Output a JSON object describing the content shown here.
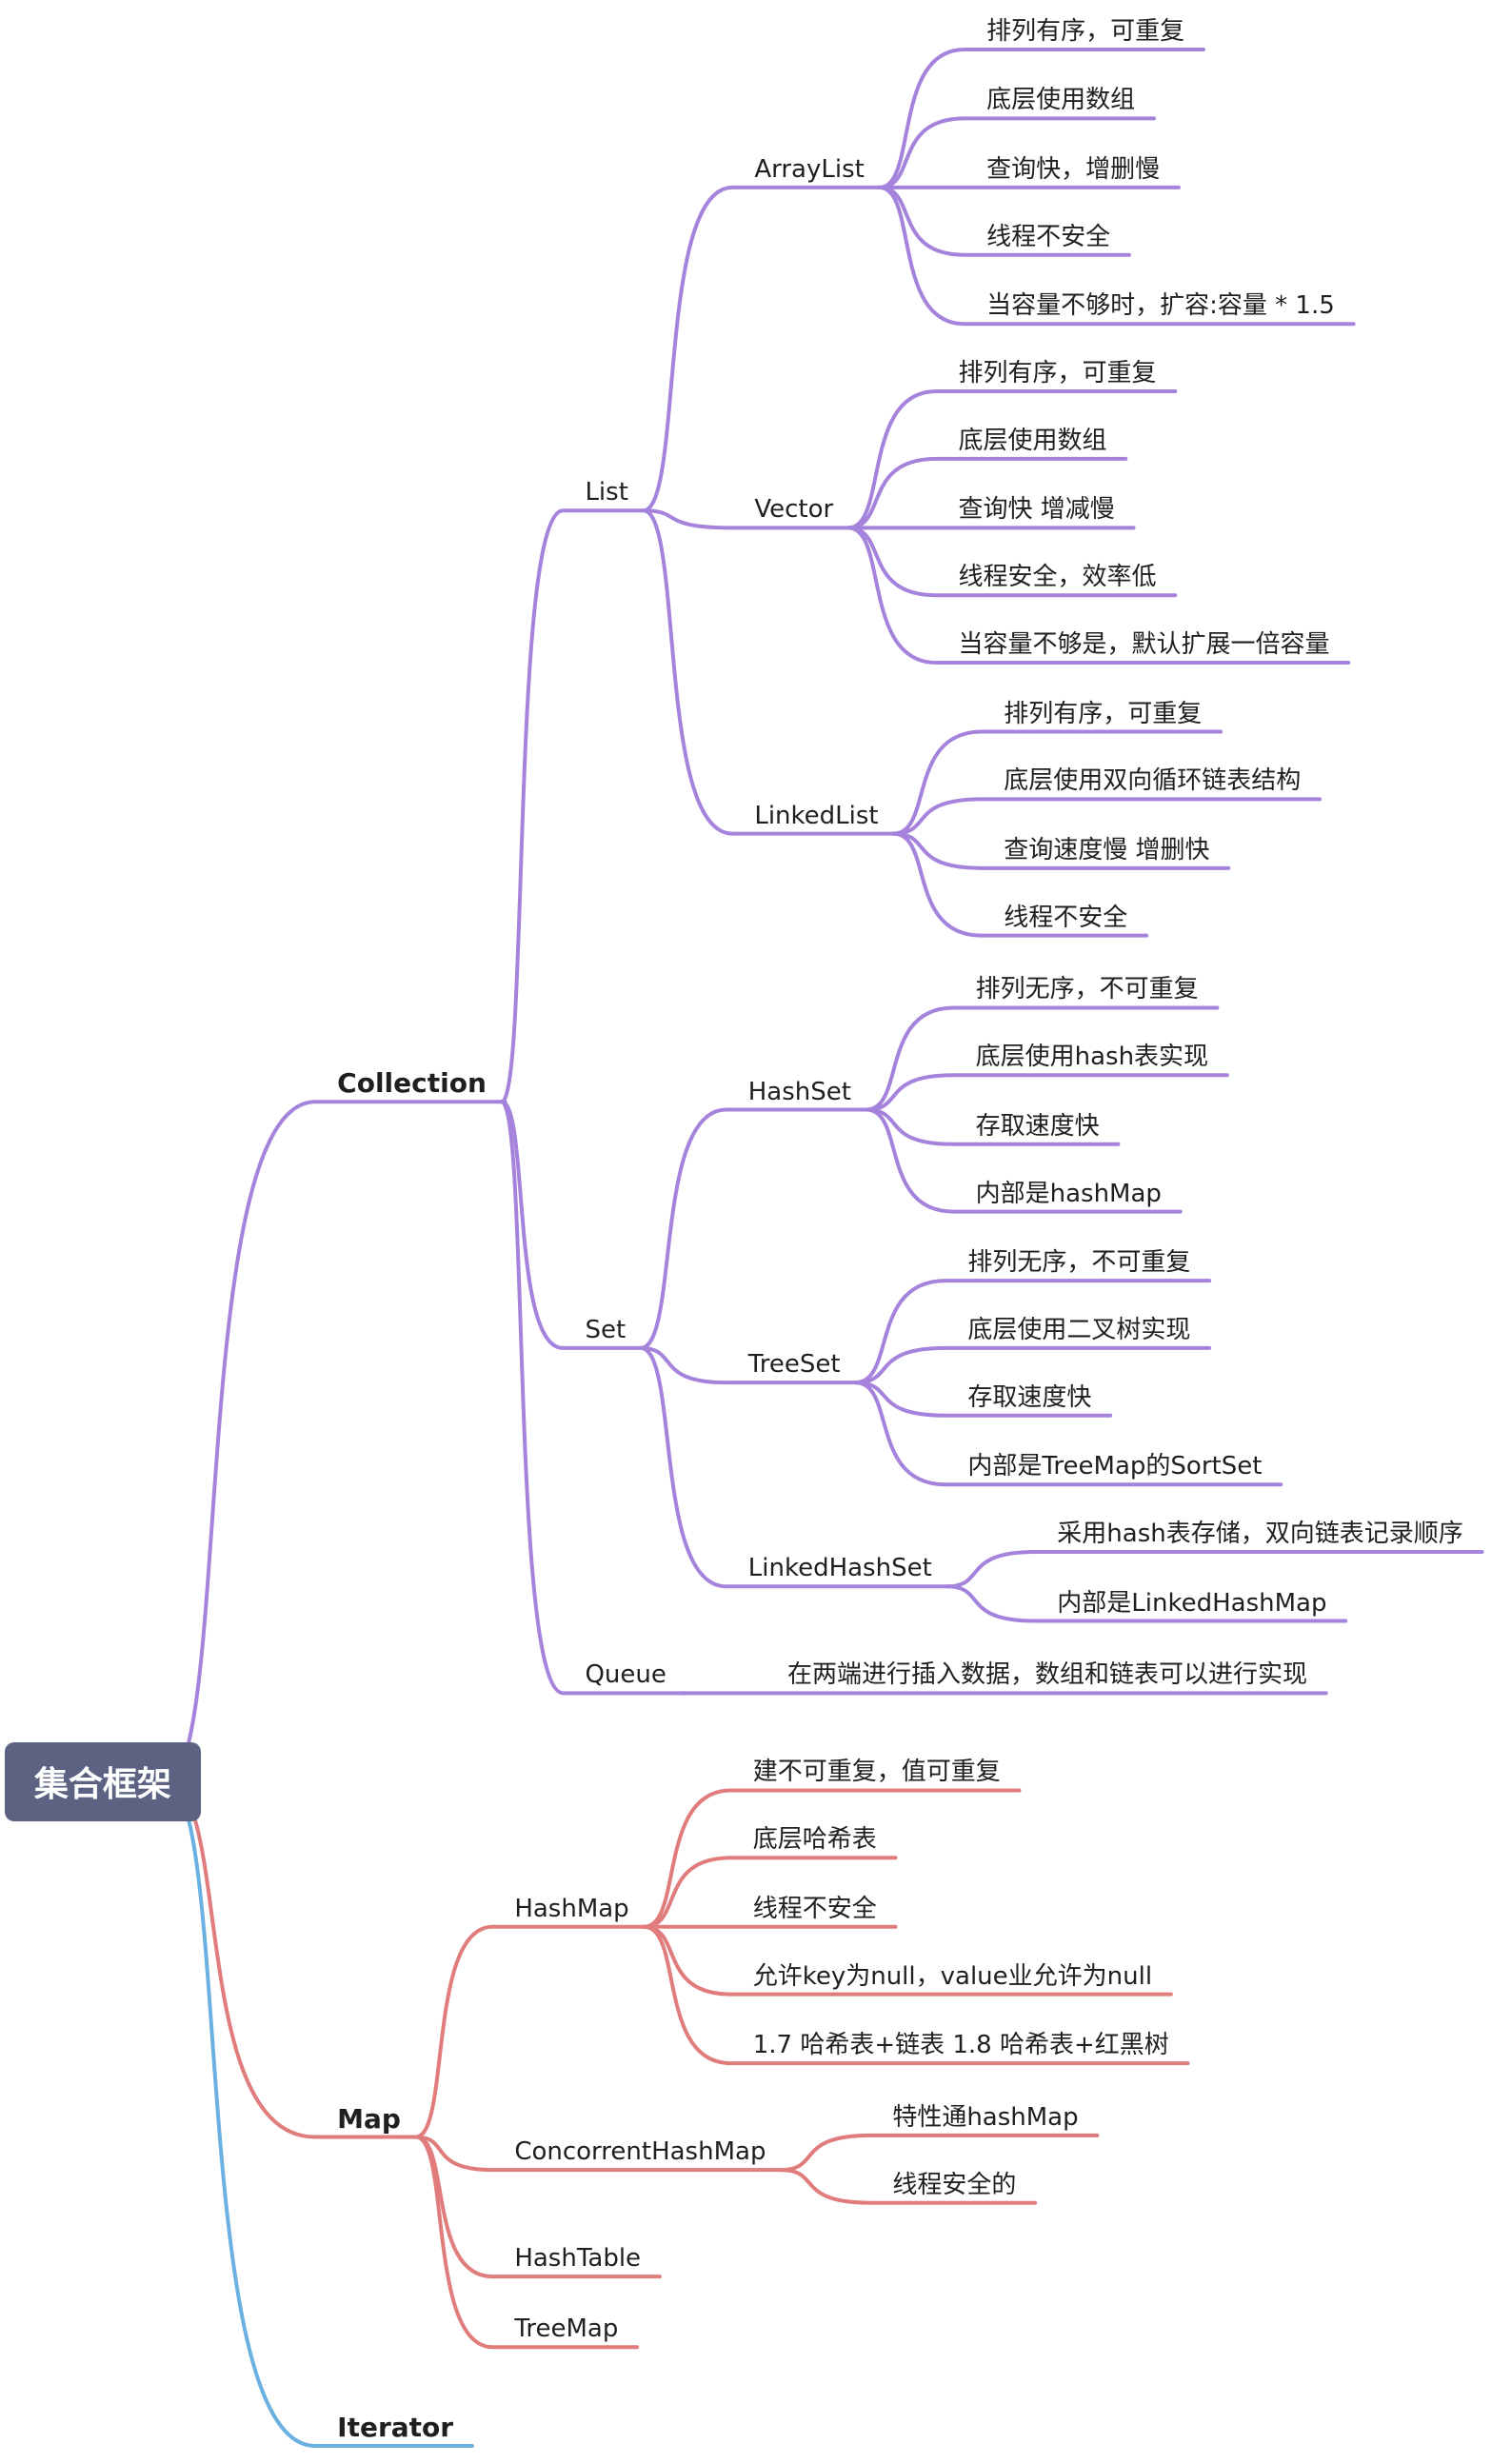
{
  "root": {
    "label": "集合框架",
    "color": "#5b6282"
  },
  "colors": {
    "collection": "#a583dc",
    "map": "#e07c7c",
    "iterator": "#6ab0e0"
  },
  "tree": [
    {
      "label": "Collection",
      "color": "collection",
      "children": [
        {
          "label": "List",
          "children": [
            {
              "label": "ArrayList",
              "children": [
                {
                  "label": "排列有序，可重复"
                },
                {
                  "label": "底层使用数组"
                },
                {
                  "label": "查询快，增删慢"
                },
                {
                  "label": "线程不安全"
                },
                {
                  "label": "当容量不够时，扩容:容量 * 1.5"
                }
              ]
            },
            {
              "label": "Vector",
              "children": [
                {
                  "label": "排列有序，可重复"
                },
                {
                  "label": "底层使用数组"
                },
                {
                  "label": "查询快 增减慢"
                },
                {
                  "label": "线程安全，效率低"
                },
                {
                  "label": "当容量不够是，默认扩展一倍容量"
                }
              ]
            },
            {
              "label": "LinkedList",
              "children": [
                {
                  "label": "排列有序，可重复"
                },
                {
                  "label": "底层使用双向循环链表结构"
                },
                {
                  "label": "查询速度慢 增删快"
                },
                {
                  "label": "线程不安全"
                }
              ]
            }
          ]
        },
        {
          "label": "Set",
          "children": [
            {
              "label": "HashSet",
              "children": [
                {
                  "label": "排列无序，不可重复"
                },
                {
                  "label": "底层使用hash表实现"
                },
                {
                  "label": "存取速度快"
                },
                {
                  "label": "内部是hashMap"
                }
              ]
            },
            {
              "label": "TreeSet",
              "children": [
                {
                  "label": "排列无序，不可重复"
                },
                {
                  "label": "底层使用二叉树实现"
                },
                {
                  "label": "存取速度快"
                },
                {
                  "label": "内部是TreeMap的SortSet"
                }
              ]
            },
            {
              "label": "LinkedHashSet",
              "children": [
                {
                  "label": "采用hash表存储，双向链表记录顺序"
                },
                {
                  "label": "内部是LinkedHashMap"
                }
              ]
            }
          ]
        },
        {
          "label": "Queue",
          "children": [
            {
              "label": "在两端进行插入数据，数组和链表可以进行实现"
            }
          ]
        }
      ]
    },
    {
      "label": "Map",
      "color": "map",
      "children": [
        {
          "label": "HashMap",
          "children": [
            {
              "label": "建不可重复，值可重复"
            },
            {
              "label": "底层哈希表"
            },
            {
              "label": "线程不安全"
            },
            {
              "label": "允许key为null，value业允许为null"
            },
            {
              "label": "1.7 哈希表+链表  1.8 哈希表+红黑树"
            }
          ]
        },
        {
          "label": "ConcorrentHashMap",
          "children": [
            {
              "label": "特性通hashMap"
            },
            {
              "label": "线程安全的"
            }
          ]
        },
        {
          "label": "HashTable"
        },
        {
          "label": "TreeMap"
        }
      ]
    },
    {
      "label": "Iterator",
      "color": "iterator"
    }
  ]
}
